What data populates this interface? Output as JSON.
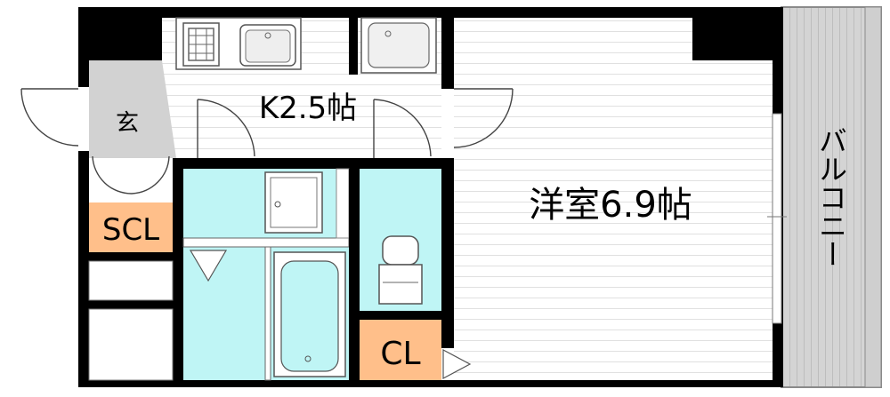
{
  "rooms": {
    "kitchen": "K2.5帖",
    "entrance": "玄",
    "shoe_closet": "SCL",
    "closet": "CL",
    "western_room": "洋室6.9帖",
    "balcony": "バルコニー"
  },
  "colors": {
    "wet_area": "#bff5f5",
    "storage_label": "#ffbf8a",
    "entrance_floor": "#d2d2d2",
    "balcony": "#d4d4d4",
    "wall": "#000000",
    "room_lines": "#e2e2e2"
  }
}
